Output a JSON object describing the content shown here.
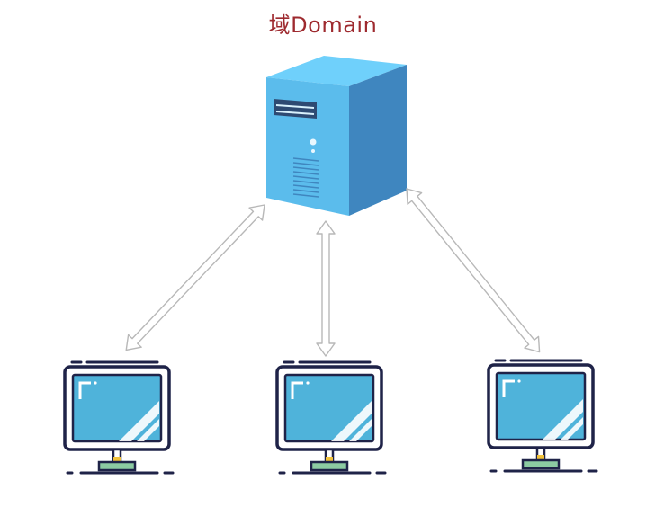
{
  "diagram": {
    "title": "域Domain",
    "colors": {
      "title": "#9e2a2f",
      "server_front": "#5bbcec",
      "server_side": "#3f86bf",
      "server_top": "#6fd0fb",
      "monitor_screen": "#4fb3da",
      "monitor_frame": "#1f2348",
      "monitor_base": "#8ccba2",
      "arrow_stroke": "#b8b8b8"
    },
    "nodes": [
      {
        "id": "server",
        "icon": "server-tower-icon"
      },
      {
        "id": "client-left",
        "icon": "monitor-icon"
      },
      {
        "id": "client-center",
        "icon": "monitor-icon"
      },
      {
        "id": "client-right",
        "icon": "monitor-icon"
      }
    ],
    "links": [
      {
        "from": "server",
        "to": "client-left",
        "direction": "bidirectional"
      },
      {
        "from": "server",
        "to": "client-center",
        "direction": "bidirectional"
      },
      {
        "from": "server",
        "to": "client-right",
        "direction": "bidirectional"
      }
    ]
  }
}
